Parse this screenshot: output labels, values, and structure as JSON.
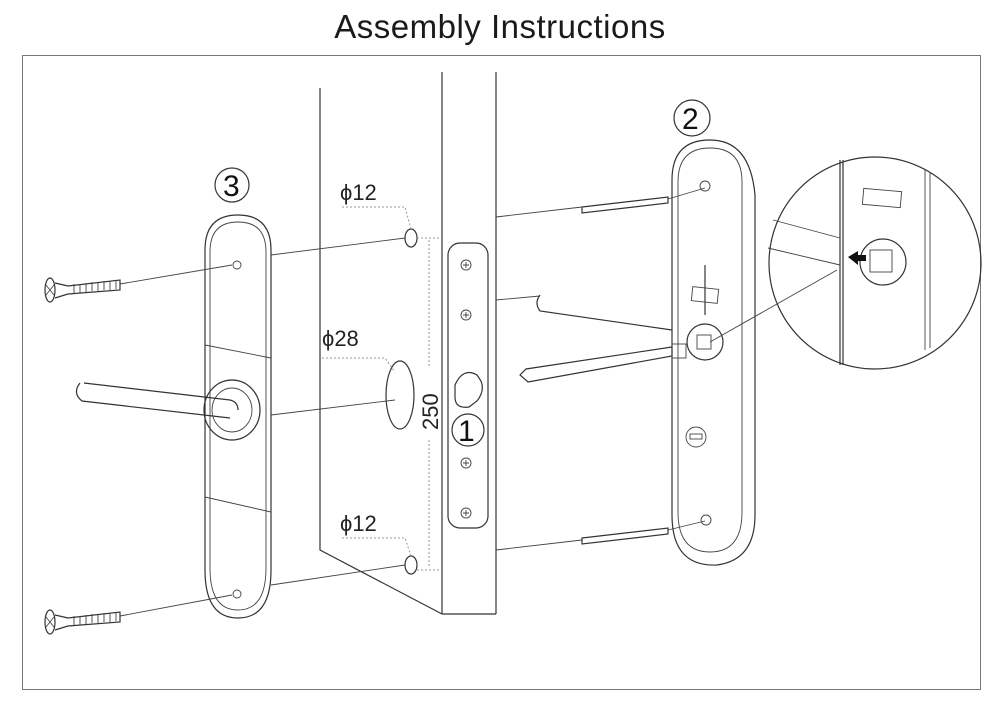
{
  "title": "Assembly Instructions",
  "labels": {
    "hole_top": "ϕ12",
    "hole_handle": "ϕ28",
    "hole_bottom": "ϕ12",
    "dimension": "250"
  },
  "steps": {
    "step1": "1",
    "step2": "2",
    "step3": "3"
  },
  "parts": {
    "door": "door-edge",
    "mortise_lock": "mortise-lock-body",
    "outer_plate": "outer-handle-plate",
    "inner_plate": "inner-plate-with-thumbturn",
    "spindle": "square-spindle",
    "screws": "mounting-screws",
    "detail": "thumbturn-detail-magnifier"
  }
}
